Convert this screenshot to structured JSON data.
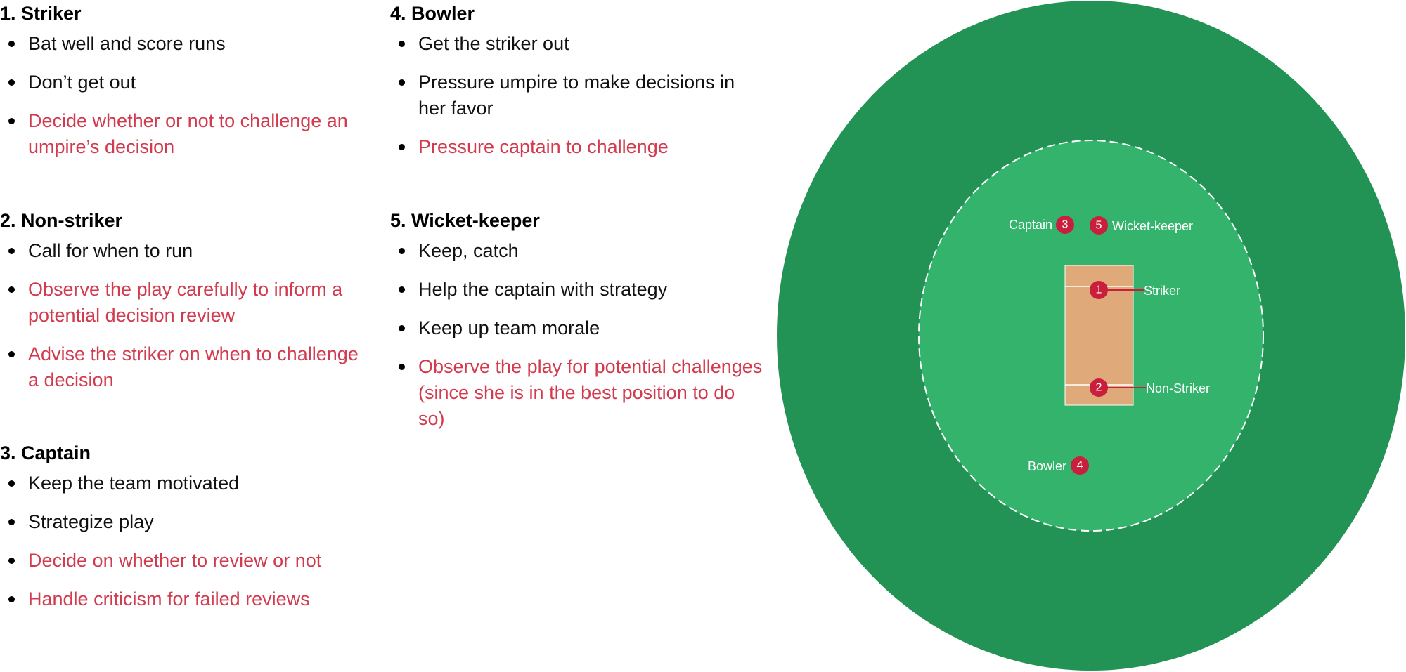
{
  "roles": [
    {
      "title": "1. Striker",
      "duties": [
        {
          "text": "Bat well and score runs",
          "highlight": false
        },
        {
          "text": "Don’t get out",
          "highlight": false
        },
        {
          "text": "Decide whether or not to challenge an umpire’s decision",
          "highlight": true
        }
      ]
    },
    {
      "title": "2. Non-striker",
      "duties": [
        {
          "text": "Call for when to run",
          "highlight": false
        },
        {
          "text": "Observe the play carefully to inform a potential decision review",
          "highlight": true
        },
        {
          "text": "Advise the striker on when to challenge a decision",
          "highlight": true
        }
      ]
    },
    {
      "title": "3. Captain",
      "duties": [
        {
          "text": "Keep the team motivated",
          "highlight": false
        },
        {
          "text": "Strategize play",
          "highlight": false
        },
        {
          "text": "Decide on whether to review or not",
          "highlight": true
        },
        {
          "text": "Handle criticism for failed reviews",
          "highlight": true
        }
      ]
    },
    {
      "title": "4. Bowler",
      "duties": [
        {
          "text": "Get the striker out",
          "highlight": false
        },
        {
          "text": "Pressure umpire to make decisions in her favor",
          "highlight": false
        },
        {
          "text": "Pressure captain to challenge",
          "highlight": true
        }
      ]
    },
    {
      "title": "5. Wicket-keeper",
      "duties": [
        {
          "text": "Keep, catch",
          "highlight": false
        },
        {
          "text": "Help the captain with strategy",
          "highlight": false
        },
        {
          "text": "Keep up team morale",
          "highlight": false
        },
        {
          "text": "Observe the play for potential challenges (since she is in the best position to do so)",
          "highlight": true
        }
      ]
    }
  ],
  "field": {
    "captain": {
      "number": "3",
      "label": "Captain"
    },
    "wicket_keeper": {
      "number": "5",
      "label": "Wicket-keeper"
    },
    "striker": {
      "number": "1",
      "label": "Striker"
    },
    "non_striker": {
      "number": "2",
      "label": "Non-Striker"
    },
    "bowler": {
      "number": "4",
      "label": "Bowler"
    }
  },
  "colors": {
    "outfield": "#229354",
    "infield": "#34b36c",
    "pitch": "#dfa97a",
    "badge": "#c8203c",
    "highlight_text": "#d23a4e"
  }
}
